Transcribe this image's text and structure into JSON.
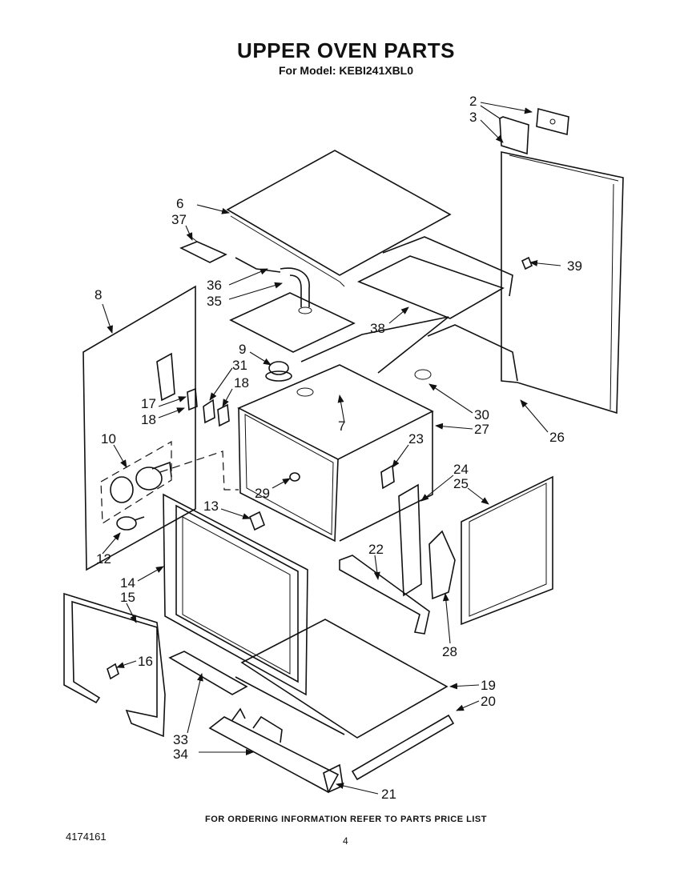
{
  "header": {
    "title": "UPPER OVEN PARTS",
    "subtitle": "For Model: KEBI241XBL0"
  },
  "footer": {
    "note": "FOR ORDERING INFORMATION REFER TO PARTS PRICE LIST",
    "doc_number": "4174161",
    "page_number": "4"
  },
  "callouts": [
    "2",
    "3",
    "6",
    "37",
    "36",
    "35",
    "39",
    "8",
    "9",
    "31",
    "18",
    "38",
    "17",
    "18",
    "30",
    "27",
    "26",
    "10",
    "7",
    "23",
    "29",
    "24",
    "25",
    "13",
    "12",
    "22",
    "14",
    "15",
    "28",
    "16",
    "19",
    "20",
    "33",
    "34",
    "21"
  ]
}
